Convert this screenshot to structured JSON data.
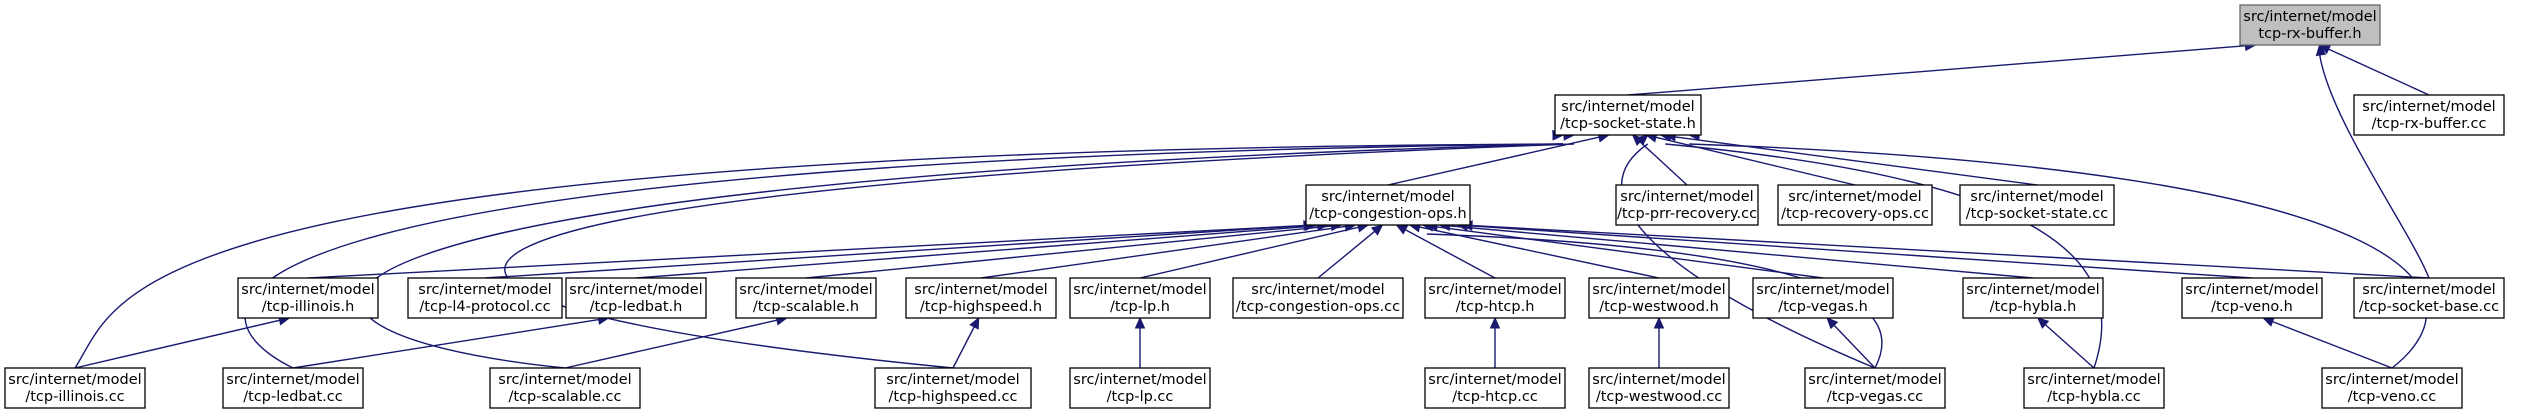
{
  "nodes": [
    {
      "id": "tcp-rx-buffer-h",
      "line1": "src/internet/model",
      "line2": "tcp-rx-buffer.h",
      "highlight": true,
      "interactable": false
    },
    {
      "id": "tcp-socket-state-h",
      "line1": "src/internet/model",
      "line2": "/tcp-socket-state.h"
    },
    {
      "id": "tcp-rx-buffer-cc",
      "line1": "src/internet/model",
      "line2": "/tcp-rx-buffer.cc"
    },
    {
      "id": "tcp-congestion-ops-h",
      "line1": "src/internet/model",
      "line2": "/tcp-congestion-ops.h"
    },
    {
      "id": "tcp-prr-recovery-cc",
      "line1": "src/internet/model",
      "line2": "/tcp-prr-recovery.cc"
    },
    {
      "id": "tcp-recovery-ops-cc",
      "line1": "src/internet/model",
      "line2": "/tcp-recovery-ops.cc"
    },
    {
      "id": "tcp-socket-state-cc",
      "line1": "src/internet/model",
      "line2": "/tcp-socket-state.cc"
    },
    {
      "id": "tcp-illinois-h",
      "line1": "src/internet/model",
      "line2": "/tcp-illinois.h"
    },
    {
      "id": "tcp-l4-protocol-cc",
      "line1": "src/internet/model",
      "line2": "/tcp-l4-protocol.cc"
    },
    {
      "id": "tcp-ledbat-h",
      "line1": "src/internet/model",
      "line2": "/tcp-ledbat.h"
    },
    {
      "id": "tcp-scalable-h",
      "line1": "src/internet/model",
      "line2": "/tcp-scalable.h"
    },
    {
      "id": "tcp-highspeed-h",
      "line1": "src/internet/model",
      "line2": "/tcp-highspeed.h"
    },
    {
      "id": "tcp-lp-h",
      "line1": "src/internet/model",
      "line2": "/tcp-lp.h"
    },
    {
      "id": "tcp-congestion-ops-cc",
      "line1": "src/internet/model",
      "line2": "/tcp-congestion-ops.cc"
    },
    {
      "id": "tcp-htcp-h",
      "line1": "src/internet/model",
      "line2": "/tcp-htcp.h"
    },
    {
      "id": "tcp-westwood-h",
      "line1": "src/internet/model",
      "line2": "/tcp-westwood.h"
    },
    {
      "id": "tcp-vegas-h",
      "line1": "src/internet/model",
      "line2": "/tcp-vegas.h"
    },
    {
      "id": "tcp-hybla-h",
      "line1": "src/internet/model",
      "line2": "/tcp-hybla.h"
    },
    {
      "id": "tcp-veno-h",
      "line1": "src/internet/model",
      "line2": "/tcp-veno.h"
    },
    {
      "id": "tcp-socket-base-cc",
      "line1": "src/internet/model",
      "line2": "/tcp-socket-base.cc"
    },
    {
      "id": "tcp-illinois-cc",
      "line1": "src/internet/model",
      "line2": "/tcp-illinois.cc"
    },
    {
      "id": "tcp-ledbat-cc",
      "line1": "src/internet/model",
      "line2": "/tcp-ledbat.cc"
    },
    {
      "id": "tcp-scalable-cc",
      "line1": "src/internet/model",
      "line2": "/tcp-scalable.cc"
    },
    {
      "id": "tcp-highspeed-cc",
      "line1": "src/internet/model",
      "line2": "/tcp-highspeed.cc"
    },
    {
      "id": "tcp-lp-cc",
      "line1": "src/internet/model",
      "line2": "/tcp-lp.cc"
    },
    {
      "id": "tcp-htcp-cc",
      "line1": "src/internet/model",
      "line2": "/tcp-htcp.cc"
    },
    {
      "id": "tcp-westwood-cc",
      "line1": "src/internet/model",
      "line2": "/tcp-westwood.cc"
    },
    {
      "id": "tcp-vegas-cc",
      "line1": "src/internet/model",
      "line2": "/tcp-vegas.cc"
    },
    {
      "id": "tcp-hybla-cc",
      "line1": "src/internet/model",
      "line2": "/tcp-hybla.cc"
    },
    {
      "id": "tcp-veno-cc",
      "line1": "src/internet/model",
      "line2": "/tcp-veno.cc"
    }
  ],
  "edges": [
    {
      "from": "tcp-socket-state-h",
      "to": "tcp-rx-buffer-h"
    },
    {
      "from": "tcp-rx-buffer-cc",
      "to": "tcp-rx-buffer-h"
    },
    {
      "from": "tcp-socket-base-cc",
      "to": "tcp-rx-buffer-h"
    },
    {
      "from": "tcp-congestion-ops-h",
      "to": "tcp-socket-state-h"
    },
    {
      "from": "tcp-prr-recovery-cc",
      "to": "tcp-socket-state-h"
    },
    {
      "from": "tcp-recovery-ops-cc",
      "to": "tcp-socket-state-h"
    },
    {
      "from": "tcp-socket-state-cc",
      "to": "tcp-socket-state-h"
    },
    {
      "from": "tcp-illinois-cc",
      "to": "tcp-socket-state-h"
    },
    {
      "from": "tcp-ledbat-cc",
      "to": "tcp-socket-state-h"
    },
    {
      "from": "tcp-scalable-cc",
      "to": "tcp-socket-state-h"
    },
    {
      "from": "tcp-highspeed-cc",
      "to": "tcp-socket-state-h"
    },
    {
      "from": "tcp-vegas-cc",
      "to": "tcp-socket-state-h"
    },
    {
      "from": "tcp-hybla-cc",
      "to": "tcp-socket-state-h"
    },
    {
      "from": "tcp-veno-cc",
      "to": "tcp-socket-state-h"
    },
    {
      "from": "tcp-illinois-h",
      "to": "tcp-congestion-ops-h"
    },
    {
      "from": "tcp-l4-protocol-cc",
      "to": "tcp-congestion-ops-h"
    },
    {
      "from": "tcp-ledbat-h",
      "to": "tcp-congestion-ops-h"
    },
    {
      "from": "tcp-scalable-h",
      "to": "tcp-congestion-ops-h"
    },
    {
      "from": "tcp-highspeed-h",
      "to": "tcp-congestion-ops-h"
    },
    {
      "from": "tcp-lp-h",
      "to": "tcp-congestion-ops-h"
    },
    {
      "from": "tcp-congestion-ops-cc",
      "to": "tcp-congestion-ops-h"
    },
    {
      "from": "tcp-htcp-h",
      "to": "tcp-congestion-ops-h"
    },
    {
      "from": "tcp-westwood-h",
      "to": "tcp-congestion-ops-h"
    },
    {
      "from": "tcp-vegas-h",
      "to": "tcp-congestion-ops-h"
    },
    {
      "from": "tcp-hybla-h",
      "to": "tcp-congestion-ops-h"
    },
    {
      "from": "tcp-veno-h",
      "to": "tcp-congestion-ops-h"
    },
    {
      "from": "tcp-socket-base-cc",
      "to": "tcp-congestion-ops-h"
    },
    {
      "from": "tcp-vegas-cc",
      "to": "tcp-congestion-ops-h"
    },
    {
      "from": "tcp-illinois-cc",
      "to": "tcp-illinois-h"
    },
    {
      "from": "tcp-ledbat-cc",
      "to": "tcp-ledbat-h"
    },
    {
      "from": "tcp-scalable-cc",
      "to": "tcp-scalable-h"
    },
    {
      "from": "tcp-highspeed-cc",
      "to": "tcp-highspeed-h"
    },
    {
      "from": "tcp-lp-cc",
      "to": "tcp-lp-h"
    },
    {
      "from": "tcp-htcp-cc",
      "to": "tcp-htcp-h"
    },
    {
      "from": "tcp-westwood-cc",
      "to": "tcp-westwood-h"
    },
    {
      "from": "tcp-vegas-cc",
      "to": "tcp-vegas-h"
    },
    {
      "from": "tcp-hybla-cc",
      "to": "tcp-hybla-h"
    },
    {
      "from": "tcp-veno-cc",
      "to": "tcp-veno-h"
    }
  ],
  "colors": {
    "edge": "#191970",
    "node_fill": "#ffffff",
    "node_border": "#000000",
    "highlight_fill": "#bfbfbf",
    "highlight_border": "#666666"
  }
}
